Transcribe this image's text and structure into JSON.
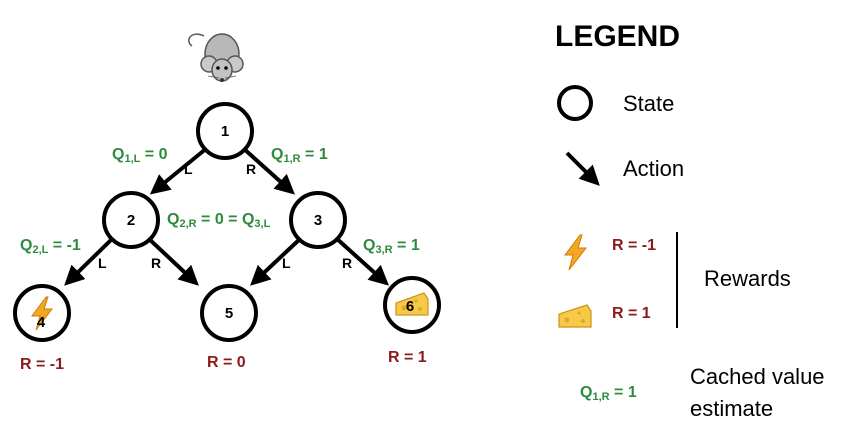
{
  "colors": {
    "q_value": "#2e8b3e",
    "reward": "#8b1a1a",
    "lightning": "#f5a623",
    "cheese": "#f7c948",
    "mouse": "#9a9a9a"
  },
  "icons": {
    "agent": "mouse-icon",
    "negative_reward": "lightning-icon",
    "positive_reward": "cheese-icon"
  },
  "tree": {
    "nodes": [
      {
        "id": "1",
        "label": "1"
      },
      {
        "id": "2",
        "label": "2"
      },
      {
        "id": "3",
        "label": "3"
      },
      {
        "id": "4",
        "label": "4"
      },
      {
        "id": "5",
        "label": "5"
      },
      {
        "id": "6",
        "label": "6"
      }
    ],
    "actions": {
      "n1_left": "L",
      "n1_right": "R",
      "n2_left": "L",
      "n2_right": "R",
      "n3_left": "L",
      "n3_right": "R"
    },
    "q_values": {
      "q1L": {
        "main": "Q",
        "sub": "1,L",
        "rest": " = 0"
      },
      "q1R": {
        "main": "Q",
        "sub": "1,R",
        "rest": " = 1"
      },
      "q2L": {
        "main": "Q",
        "sub": "2,L",
        "rest": " = -1"
      },
      "q2R_q3L": {
        "main": "Q",
        "sub": "2,R",
        "mid": " = 0 = Q",
        "sub2": "3,L"
      },
      "q3R": {
        "main": "Q",
        "sub": "3,R",
        "rest": " = 1"
      }
    },
    "rewards": {
      "node4": "R = -1",
      "node5": "R = 0",
      "node6": "R = 1"
    }
  },
  "legend": {
    "title": "LEGEND",
    "state": "State",
    "action": "Action",
    "reward_neg": "R = -1",
    "reward_pos": "R = 1",
    "rewards": "Rewards",
    "cached_q": {
      "main": "Q",
      "sub": "1,R",
      "rest": " = 1"
    },
    "cached_line1": "Cached value",
    "cached_line2": "estimate"
  }
}
